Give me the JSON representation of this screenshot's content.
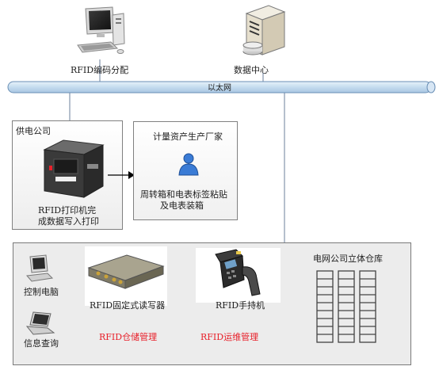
{
  "nodes": {
    "pc_rfid": {
      "label": "RFID编码分配"
    },
    "server": {
      "label": "数据中心"
    },
    "ethernet": {
      "label": "以太网"
    },
    "power_company": {
      "label": "供电公司"
    },
    "printer": {
      "label_line1": "RFID打印机完",
      "label_line2": "成数据写入打印"
    },
    "manufacturer": {
      "title": "计量资产生产厂家",
      "desc_line1": "周转箱和电表标签粘贴",
      "desc_line2": "及电表装箱"
    },
    "control_pc": {
      "label": "控制电脑"
    },
    "info_query": {
      "label": "信息查询"
    },
    "fixed_reader": {
      "label": "RFID固定式读写器"
    },
    "handheld": {
      "label": "RFID手持机"
    },
    "warehouse": {
      "label": "电网公司立体仓库"
    },
    "storage_mgmt": {
      "label": "RFID仓储管理"
    },
    "ops_mgmt": {
      "label": "RFID运维管理"
    }
  },
  "colors": {
    "network_bar": "#c5dcef",
    "panel_bg": "#ececec",
    "accent_red": "#e8202a",
    "person_blue": "#3a7bd5"
  }
}
